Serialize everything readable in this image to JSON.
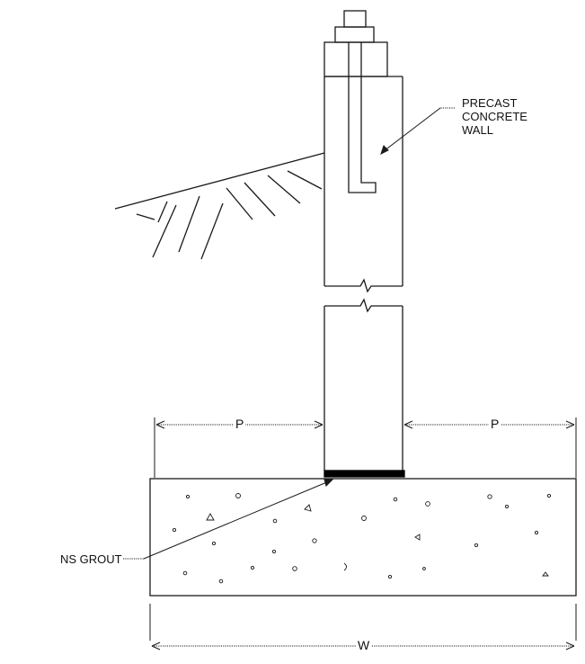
{
  "labels": {
    "wall_line1": "PRECAST",
    "wall_line2": "CONCRETE",
    "wall_line3": "WALL",
    "grout": "NS GROUT",
    "p_left": "P",
    "p_right": "P",
    "width": "W"
  },
  "colors": {
    "line": "#1a1a1a",
    "grout_pad": "#000000",
    "background": "#ffffff"
  }
}
